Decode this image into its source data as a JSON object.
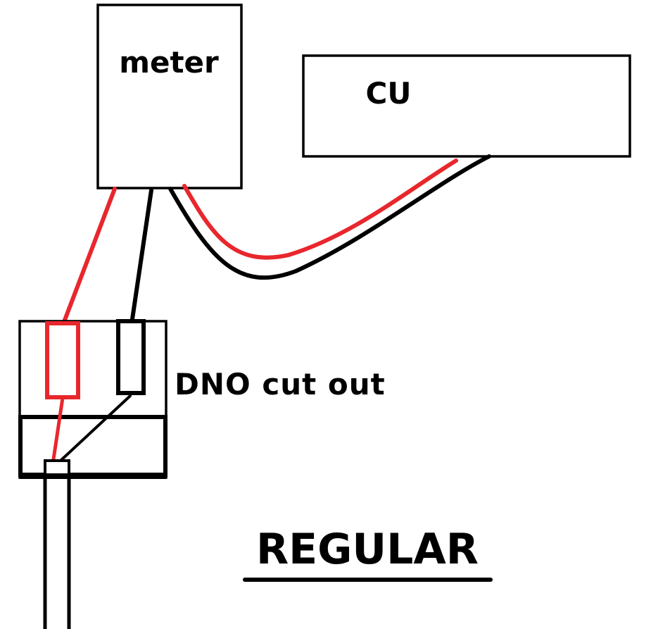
{
  "labels": {
    "meter": "meter",
    "cu": "CU",
    "cutout": "DNO cut out",
    "title": "REGULAR"
  },
  "colors": {
    "live": "#e8272d",
    "neutral": "#000000",
    "background": "#ffffff"
  }
}
